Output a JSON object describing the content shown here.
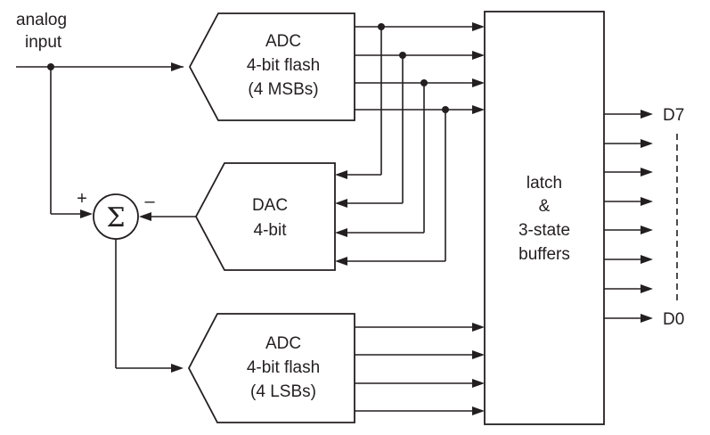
{
  "input": {
    "line1": "analog",
    "line2": "input"
  },
  "adc_msb": {
    "line1": "ADC",
    "line2": "4-bit flash",
    "line3": "(4 MSBs)"
  },
  "dac": {
    "line1": "DAC",
    "line2": "4-bit"
  },
  "adc_lsb": {
    "line1": "ADC",
    "line2": "4-bit flash",
    "line3": "(4 LSBs)"
  },
  "latch": {
    "line1": "latch",
    "line2": "&",
    "line3": "3-state",
    "line4": "buffers"
  },
  "summer": {
    "symbol": "Σ",
    "plus": "+",
    "minus": "–"
  },
  "outputs": {
    "top": "D7",
    "bottom": "D0"
  }
}
